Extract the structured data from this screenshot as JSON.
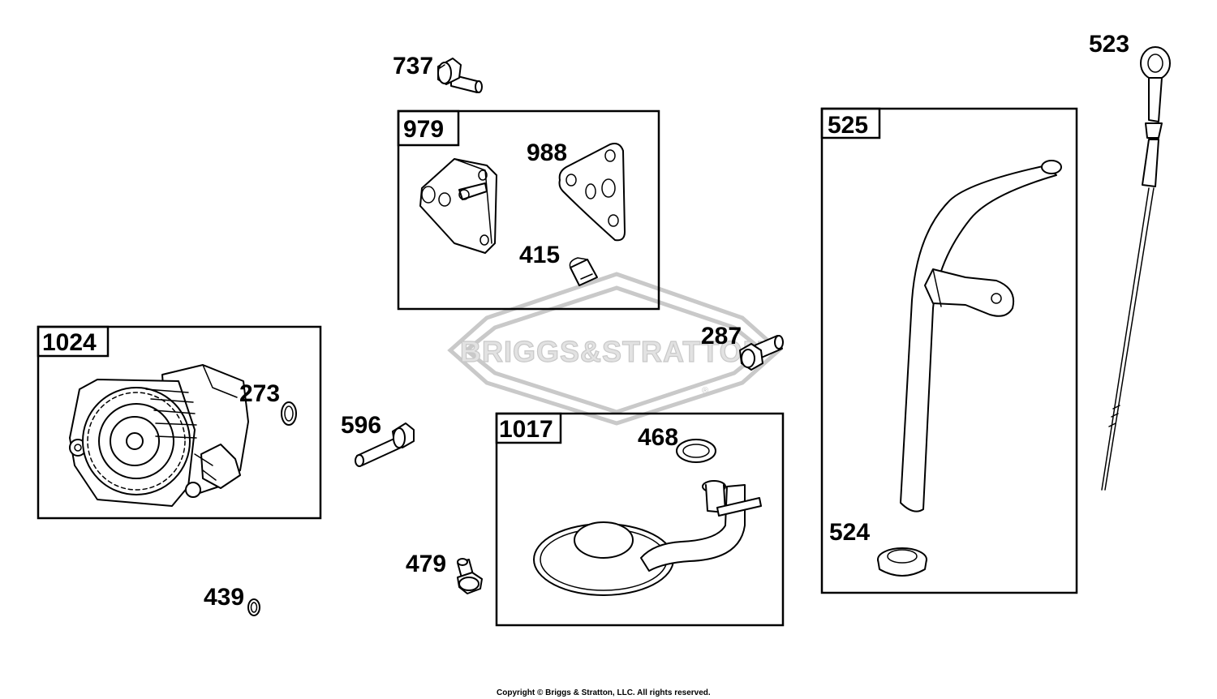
{
  "watermark": {
    "brand_text": "BRIGGS&STRATTON",
    "registered_mark": "®"
  },
  "boxes": [
    {
      "id": "box-979",
      "label": "979"
    },
    {
      "id": "box-1024",
      "label": "1024"
    },
    {
      "id": "box-1017",
      "label": "1017"
    },
    {
      "id": "box-525",
      "label": "525"
    }
  ],
  "callouts": {
    "p737": "737",
    "p988": "988",
    "p415": "415",
    "p523": "523",
    "p287": "287",
    "p273": "273",
    "p596": "596",
    "p468": "468",
    "p524": "524",
    "p479": "479",
    "p439": "439"
  },
  "footer": {
    "copyright": "Copyright © Briggs & Stratton, LLC. All rights reserved."
  },
  "colors": {
    "line": "#000000",
    "background": "#ffffff",
    "watermark": "#c9c9c9"
  }
}
